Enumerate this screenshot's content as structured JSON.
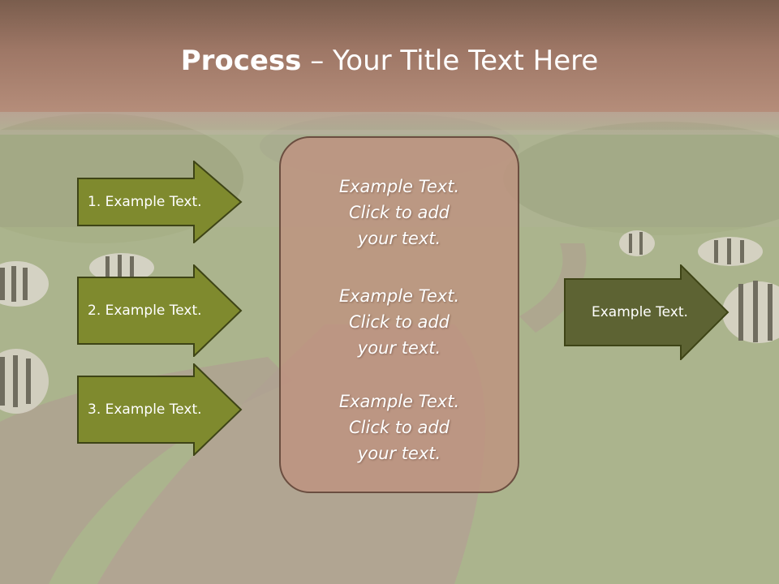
{
  "title": {
    "bold": "Process",
    "rest": " – Your Title Text Here"
  },
  "steps": [
    {
      "label": "1. Example Text."
    },
    {
      "label": "2. Example Text."
    },
    {
      "label": "3. Example Text."
    }
  ],
  "panel": {
    "blocks": [
      {
        "line1": "Example Text.",
        "line2": "Click  to add",
        "line3": "your text."
      },
      {
        "line1": "Example Text.",
        "line2": "Click  to add",
        "line3": "your text."
      },
      {
        "line1": "Example Text.",
        "line2": "Click  to add",
        "line3": "your text."
      }
    ]
  },
  "output": {
    "label": "Example Text."
  },
  "colors": {
    "header": "#9e7766",
    "arrow_fill": "#7f8a2e",
    "arrow_dark_fill": "#5d6333",
    "arrow_border": "#3e4416",
    "panel_fill": "#be9280"
  }
}
